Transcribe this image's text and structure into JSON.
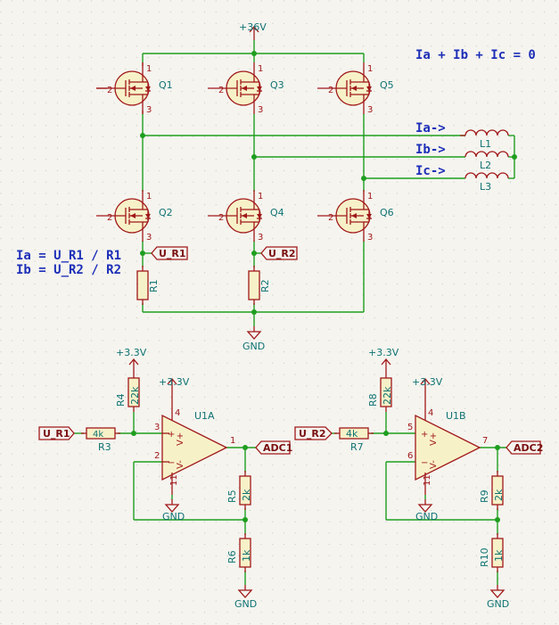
{
  "equations": {
    "kcl": "Ia + Ib + Ic = 0",
    "ia": "Ia = U_R1 / R1",
    "ib": "Ib = U_R2 / R2"
  },
  "power": {
    "v36": "+36V",
    "v33": "+3.3V",
    "gnd": "GND"
  },
  "transistors": [
    "Q1",
    "Q2",
    "Q3",
    "Q4",
    "Q5",
    "Q6"
  ],
  "currents": [
    "Ia->",
    "Ib->",
    "Ic->"
  ],
  "inductors": [
    "L1",
    "L2",
    "L3"
  ],
  "resistors": {
    "R1": {
      "ref": "R1",
      "value": ""
    },
    "R2": {
      "ref": "R2",
      "value": ""
    },
    "R3": {
      "ref": "R3",
      "value": "4k"
    },
    "R4": {
      "ref": "R4",
      "value": "22k"
    },
    "R5": {
      "ref": "R5",
      "value": "2k"
    },
    "R6": {
      "ref": "R6",
      "value": "1k"
    },
    "R7": {
      "ref": "R7",
      "value": "4k"
    },
    "R8": {
      "ref": "R8",
      "value": "22k"
    },
    "R9": {
      "ref": "R9",
      "value": "2k"
    },
    "R10": {
      "ref": "R10",
      "value": "1k"
    }
  },
  "opamps": [
    "U1A",
    "U1B"
  ],
  "nets": {
    "u_r1": "U_R1",
    "u_r2": "U_R2",
    "adc1": "ADC1",
    "adc2": "ADC2"
  },
  "pins": {
    "p1": "1",
    "p2": "2",
    "p3": "3",
    "p4": "4",
    "p5": "5",
    "p6": "6",
    "p7": "7",
    "p11": "11",
    "vplus": "V+",
    "vminus": "V-",
    "plus": "+",
    "minus": "−"
  },
  "colors": {
    "background": "#f5f4ef",
    "wire": "#1f9e1f",
    "component": "#a01818",
    "reference": "#0f7272",
    "equation": "#1d2fb8",
    "body_fill": "#f7f1c8"
  }
}
